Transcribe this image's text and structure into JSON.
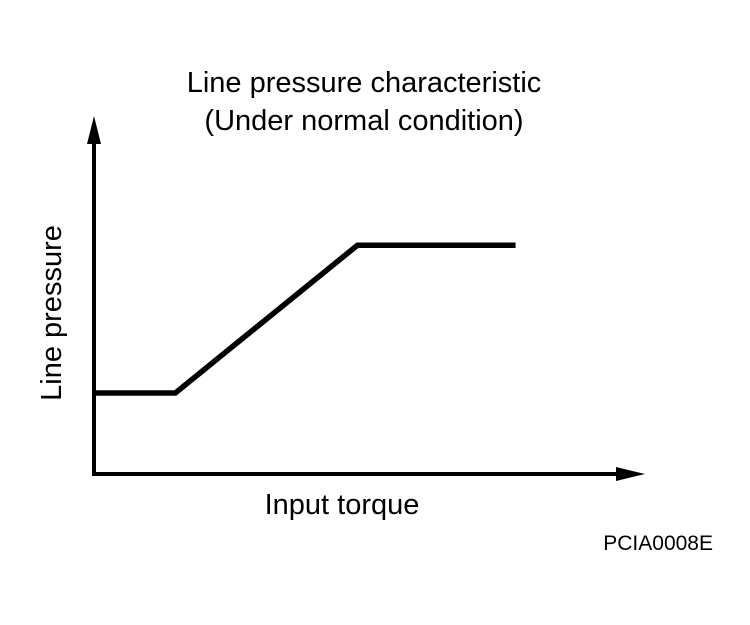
{
  "figure": {
    "title_line1": "Line pressure characteristic",
    "title_line2": "(Under normal condition)",
    "y_axis_label": "Line pressure",
    "x_axis_label": "Input torque",
    "figure_code": "PCIA0008E"
  },
  "colors": {
    "line": "#000000",
    "background": "#ffffff"
  },
  "chart_data": {
    "type": "line",
    "title": "Line pressure characteristic (Under normal condition)",
    "xlabel": "Input torque",
    "ylabel": "Line pressure",
    "axis_style": "arrow-tipped x and y axes, no tick marks, no numeric scale, no gridlines, no legend",
    "xlim_relative": [
      0,
      1
    ],
    "ylim_relative": [
      0,
      1
    ],
    "series": [
      {
        "name": "Line pressure",
        "shape": "constant low pressure at low input torque, linear rise through mid range, constant high plateau at high torque",
        "x_relative": [
          0.0,
          0.148,
          0.48,
          0.768
        ],
        "y_relative": [
          0.227,
          0.227,
          0.641,
          0.641
        ]
      }
    ]
  }
}
